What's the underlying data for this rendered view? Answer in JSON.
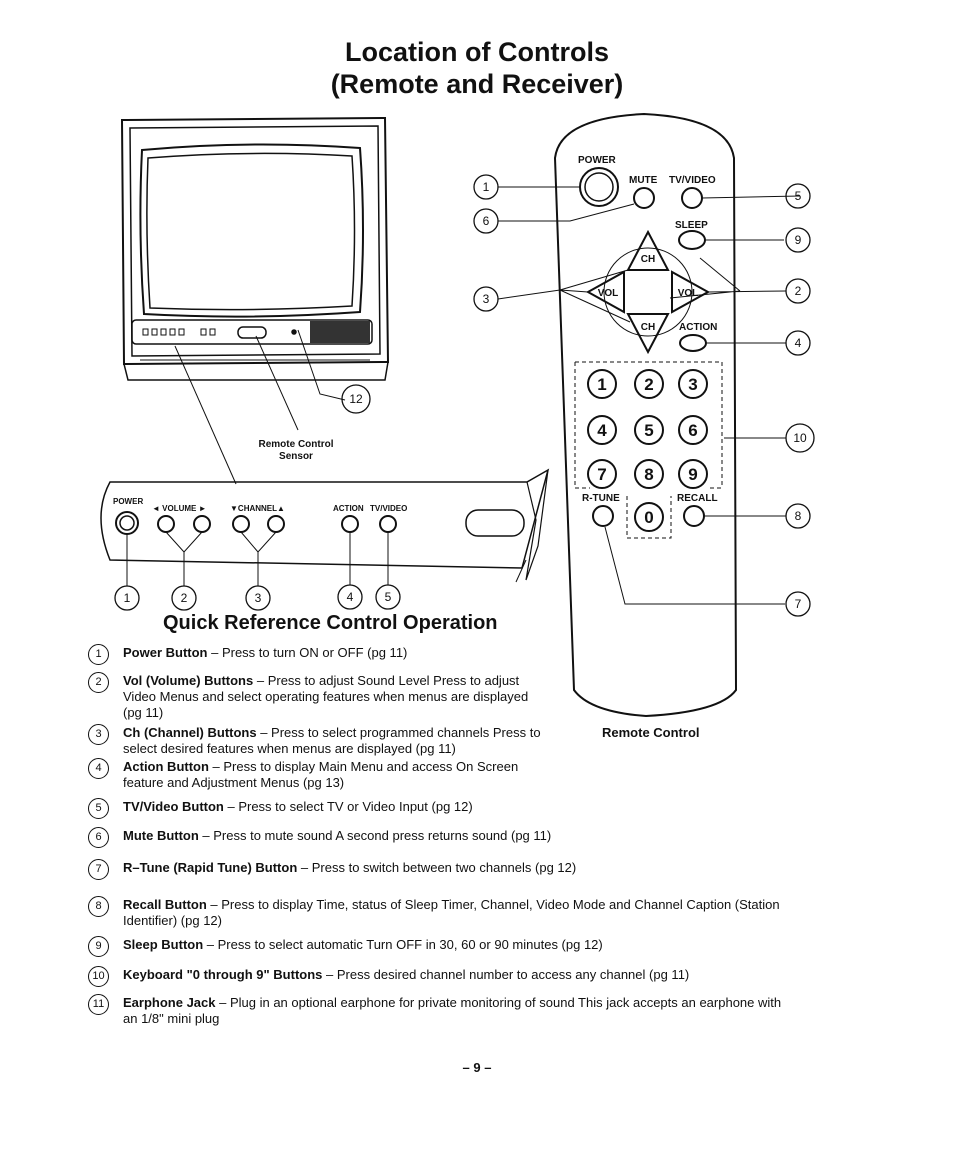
{
  "title_line1": "Location of Controls",
  "title_line2": "(Remote and Receiver)",
  "tv": {
    "sensor_label_1": "Remote Control",
    "sensor_label_2": "Sensor",
    "panel_power": "POWER",
    "panel_volume": "◄ VOLUME ►",
    "panel_channel": "▼CHANNEL▲",
    "panel_action": "ACTION",
    "panel_tvvideo": "TV/VIDEO"
  },
  "remote": {
    "power": "POWER",
    "mute": "MUTE",
    "tvvideo": "TV/VIDEO",
    "sleep": "SLEEP",
    "ch": "CH",
    "vol": "VOL",
    "action": "ACTION",
    "keys": [
      "1",
      "2",
      "3",
      "4",
      "5",
      "6",
      "7",
      "8",
      "9",
      "0"
    ],
    "rtune": "R-TUNE",
    "recall": "RECALL",
    "label": "Remote Control"
  },
  "callouts": {
    "c1": "1",
    "c2": "2",
    "c3": "3",
    "c4": "4",
    "c5": "5",
    "c6": "6",
    "c7": "7",
    "c8": "8",
    "c9": "9",
    "c10": "10",
    "c12": "12"
  },
  "quick_reference": {
    "heading": "Quick Reference Control Operation",
    "items": [
      {
        "num": "1",
        "name": "Power Button",
        "desc": " – Press to turn ON or OFF (pg 11)"
      },
      {
        "num": "2",
        "name": "Vol (Volume) Buttons",
        "desc": " – Press to adjust Sound Level  Press to adjust",
        "line2": "Video Menus and select operating features when menus are displayed",
        "line3": "(pg 11)"
      },
      {
        "num": "3",
        "name": "Ch (Channel) Buttons",
        "desc": " – Press to select programmed channels  Press to",
        "line2": "select desired features when menus are displayed  (pg 11)"
      },
      {
        "num": "4",
        "name": "Action Button",
        "desc": " – Press to display Main Menu and access On Screen",
        "line2": "feature and Adjustment Menus  (pg 13)"
      },
      {
        "num": "5",
        "name": "TV/Video Button",
        "desc": " – Press to select TV or Video Input  (pg 12)"
      },
      {
        "num": "6",
        "name": "Mute Button",
        "desc": " – Press to mute sound  A second press returns sound  (pg 11)"
      },
      {
        "num": "7",
        "name": "R–Tune (Rapid Tune) Button",
        "desc": " – Press to switch between two channels  (pg 12)"
      },
      {
        "num": "8",
        "name": "Recall Button",
        "desc": " – Press to display Time, status of Sleep Timer, Channel, Video Mode and Channel Caption (Station",
        "line2": "Identifier)  (pg 12)"
      },
      {
        "num": "9",
        "name": "Sleep Button",
        "desc": " – Press to select automatic Turn OFF in 30, 60 or 90 minutes  (pg 12)"
      },
      {
        "num": "10",
        "name": "Keyboard \"0 through 9\" Buttons",
        "desc": " – Press desired channel number to access any channel  (pg 11)"
      },
      {
        "num": "11",
        "name": "Earphone Jack",
        "desc": " – Plug in an optional earphone for private monitoring of sound  This jack accepts an earphone with",
        "line2": "an 1/8\" mini plug"
      }
    ]
  },
  "page_number": "– 9 –"
}
